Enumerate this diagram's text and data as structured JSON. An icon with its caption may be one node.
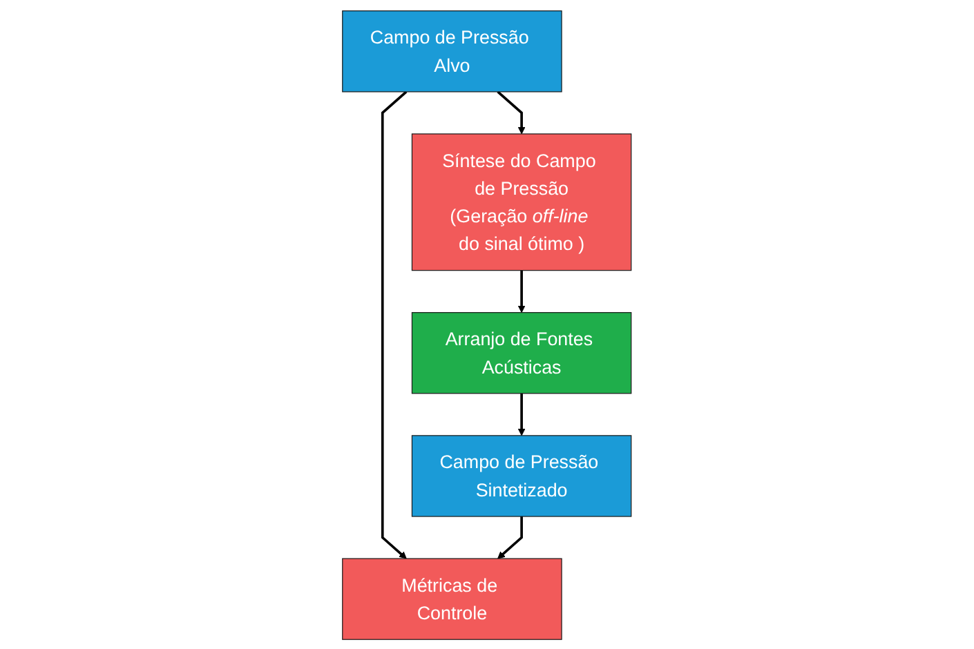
{
  "diagram": {
    "nodes": [
      {
        "text": [
          "Campo de Pressão Alvo"
        ]
      },
      {
        "text": [
          "Síntese do Campo de Pressão",
          "(Geração *off-line* do sinal ótimo )"
        ]
      },
      {
        "text": [
          "Arranjo de Fontes Acústicas"
        ]
      },
      {
        "text": [
          "Campo de Pressão Sintetizado"
        ]
      },
      {
        "text": [
          "Métricas de Controle"
        ]
      }
    ],
    "edges": [
      {
        "from": 0,
        "to": 1,
        "arrow": "to"
      },
      {
        "from": 1,
        "to": 2,
        "arrow": "to"
      },
      {
        "from": 2,
        "to": 3,
        "arrow": "to"
      },
      {
        "from": 0,
        "to": 4,
        "arrow": "to"
      },
      {
        "from": 3,
        "to": 4,
        "arrow": "to"
      }
    ]
  }
}
